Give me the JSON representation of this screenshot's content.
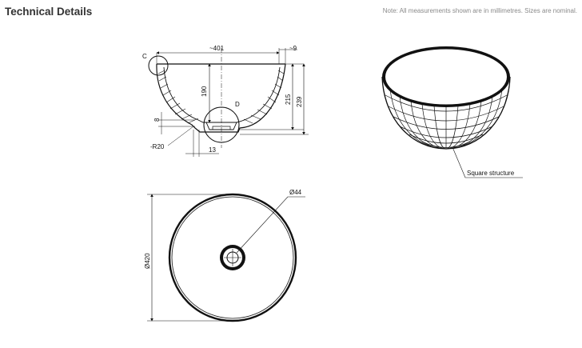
{
  "header": {
    "title": "Technical Details",
    "note": "Note: All measurements shown are in millimetres. Sizes are nominal."
  },
  "side_view": {
    "detail_c": "C",
    "detail_d": "D",
    "dim_width": "~401",
    "dim_rim": "~9",
    "dim_190": "190",
    "dim_215": "215",
    "dim_239": "239",
    "dim_8": "8",
    "dim_r20": "-R20",
    "dim_13": "13"
  },
  "perspective_view": {
    "label": "Square structure"
  },
  "top_view": {
    "dim_diameter": "Ø420",
    "dim_drain": "Ø44"
  }
}
